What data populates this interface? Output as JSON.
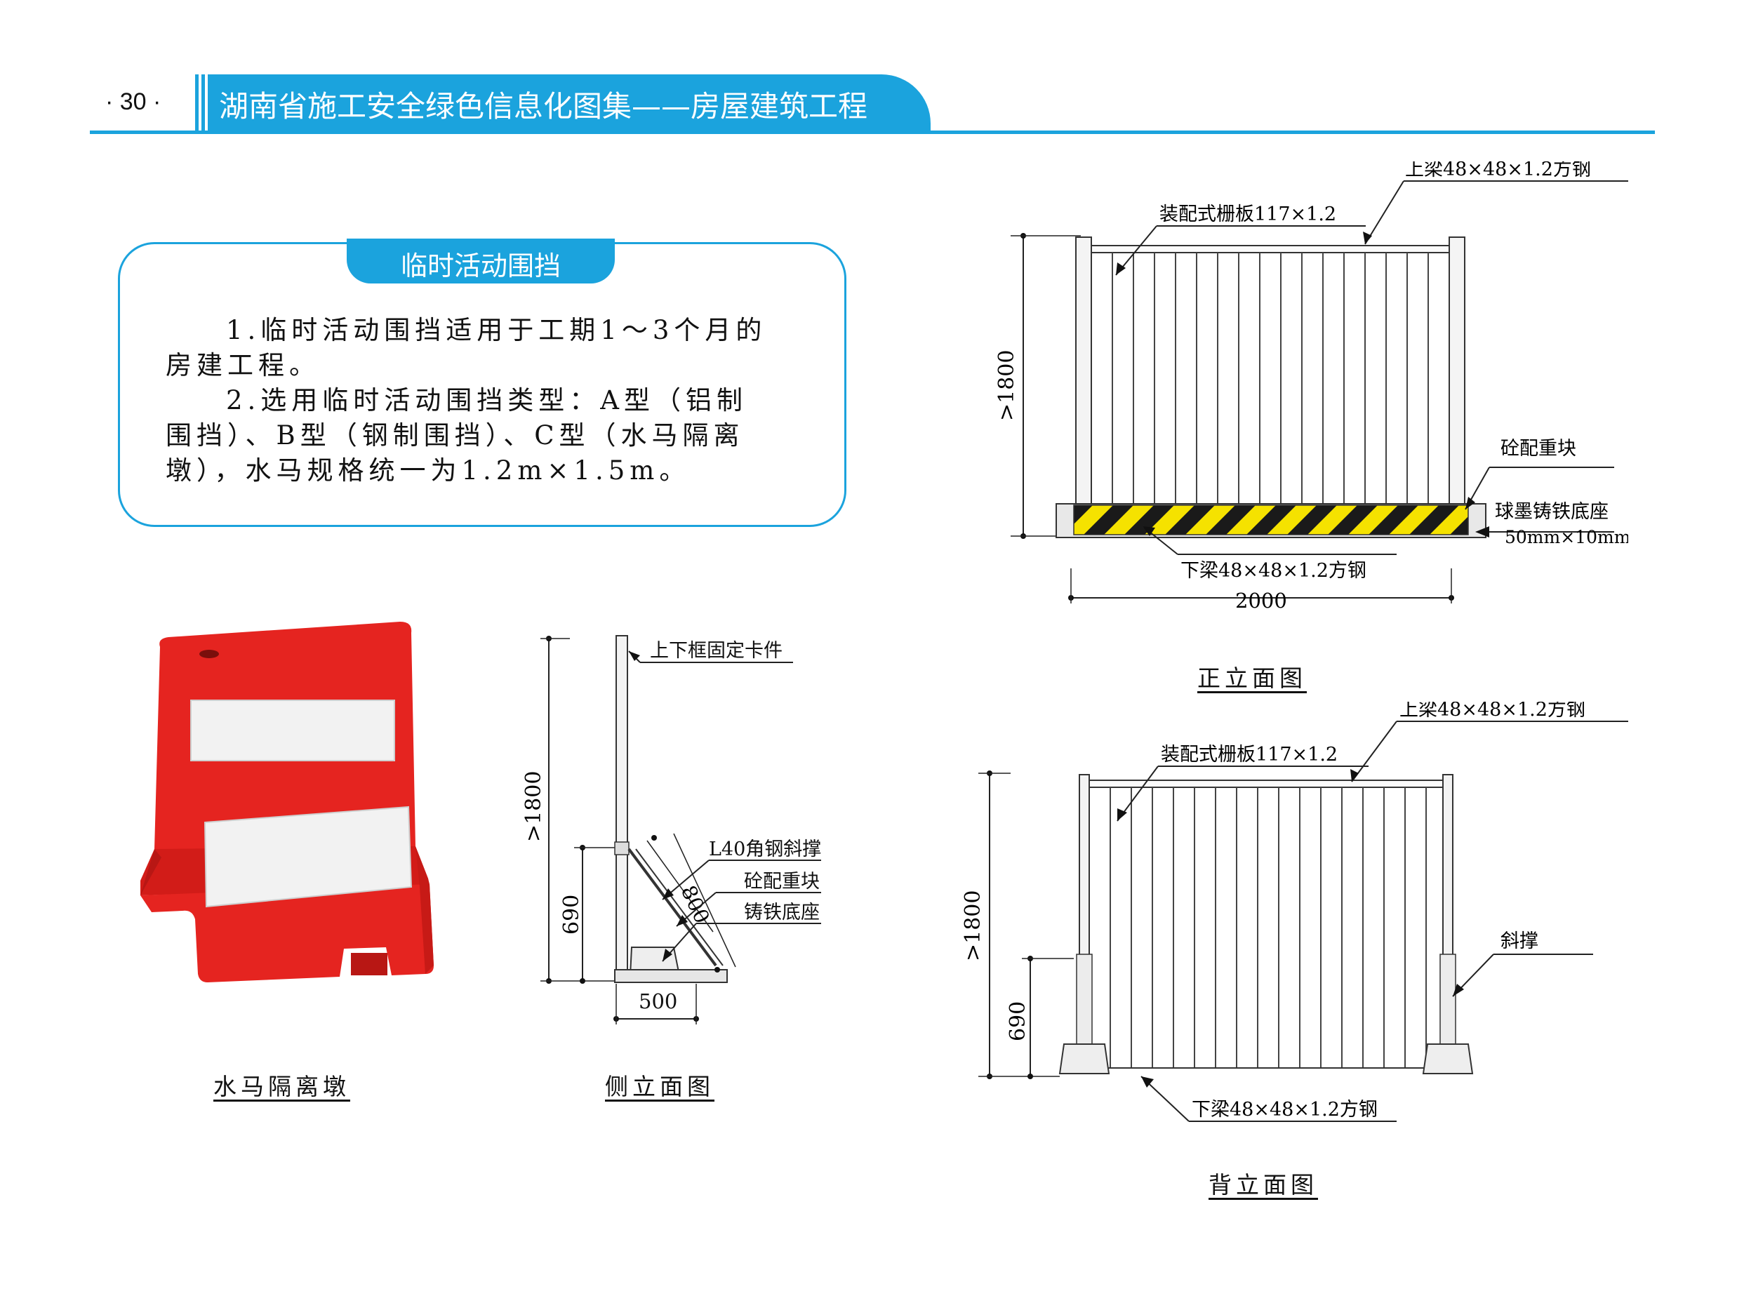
{
  "header": {
    "page_number": "· 30 ·",
    "title": "湖南省施工安全绿色信息化图集——房屋建筑工程"
  },
  "info_box": {
    "title": "临时活动围挡",
    "lines": [
      "1.临时活动围挡适用于工期1～3个月的",
      "房建工程。",
      "2.选用临时活动围挡类型：A型（铝制",
      "围挡）、B型（钢制围挡）、C型（水马隔离",
      "墩），水马规格统一为1.2m×1.5m。"
    ]
  },
  "front_view": {
    "caption": "正立面图",
    "labels": {
      "top_beam": "上梁48×48×1.2方钢",
      "panel": "装配式栅板117×1.2",
      "height": ">1800",
      "counterweight": "砼配重块",
      "base": "球墨铸铁底座",
      "base_size": "50mm×10mm",
      "bottom_beam": "下梁48×48×1.2方钢",
      "width": "2000"
    }
  },
  "side_view": {
    "caption": "侧立面图",
    "labels": {
      "clip": "上下框固定卡件",
      "height": ">1800",
      "brace_height": "690",
      "brace": "L40角钢斜撑",
      "counterweight": "砼配重块",
      "base": "铸铁底座",
      "brace_length": "800",
      "depth": "500"
    }
  },
  "back_view": {
    "caption": "背立面图",
    "labels": {
      "top_beam": "上梁48×48×1.2方钢",
      "panel": "装配式栅板117×1.2",
      "height": ">1800",
      "brace_height": "690",
      "brace": "斜撑",
      "bottom_beam": "下梁48×48×1.2方钢"
    }
  },
  "water_barrier": {
    "caption": "水马隔离墩"
  },
  "colors": {
    "accent": "#1ba3dd",
    "barrier_red": "#e52420",
    "hazard_yellow": "#f5e200"
  }
}
